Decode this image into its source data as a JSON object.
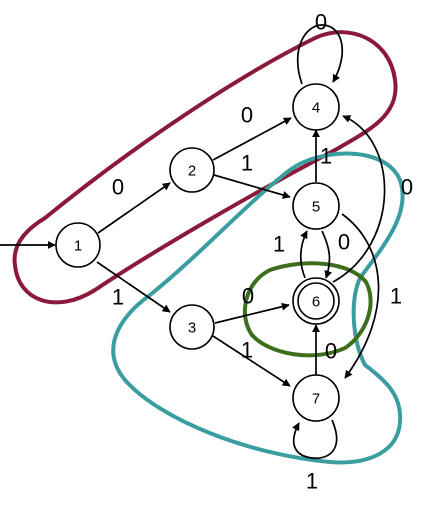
{
  "colors": {
    "maroon": "#8b1a3a",
    "teal": "#3a9ea0",
    "green": "#3c6e1c",
    "ink": "#000000"
  },
  "states": [
    {
      "id": "1",
      "label": "1",
      "start": true,
      "accepting": false
    },
    {
      "id": "2",
      "label": "2",
      "start": false,
      "accepting": false
    },
    {
      "id": "3",
      "label": "3",
      "start": false,
      "accepting": false
    },
    {
      "id": "4",
      "label": "4",
      "start": false,
      "accepting": false
    },
    {
      "id": "5",
      "label": "5",
      "start": false,
      "accepting": false
    },
    {
      "id": "6",
      "label": "6",
      "start": false,
      "accepting": true
    },
    {
      "id": "7",
      "label": "7",
      "start": false,
      "accepting": false
    }
  ],
  "transitions": [
    {
      "from": "1",
      "to": "2",
      "label": "0"
    },
    {
      "from": "1",
      "to": "3",
      "label": "1"
    },
    {
      "from": "2",
      "to": "4",
      "label": "0"
    },
    {
      "from": "2",
      "to": "5",
      "label": "1"
    },
    {
      "from": "3",
      "to": "6",
      "label": "0"
    },
    {
      "from": "3",
      "to": "7",
      "label": "1"
    },
    {
      "from": "4",
      "to": "4",
      "label": "0"
    },
    {
      "from": "5",
      "to": "4",
      "label": "1"
    },
    {
      "from": "5",
      "to": "6",
      "label": "0"
    },
    {
      "from": "5",
      "to": "7",
      "label": "1"
    },
    {
      "from": "6",
      "to": "5",
      "label": "1"
    },
    {
      "from": "6",
      "to": "4",
      "label": "0"
    },
    {
      "from": "7",
      "to": "6",
      "label": "0"
    },
    {
      "from": "7",
      "to": "7",
      "label": "1"
    }
  ],
  "groups": [
    {
      "name": "maroon",
      "members": [
        "1",
        "2",
        "4"
      ]
    },
    {
      "name": "teal",
      "members": [
        "3",
        "5",
        "7"
      ]
    },
    {
      "name": "green",
      "members": [
        "6"
      ]
    }
  ]
}
